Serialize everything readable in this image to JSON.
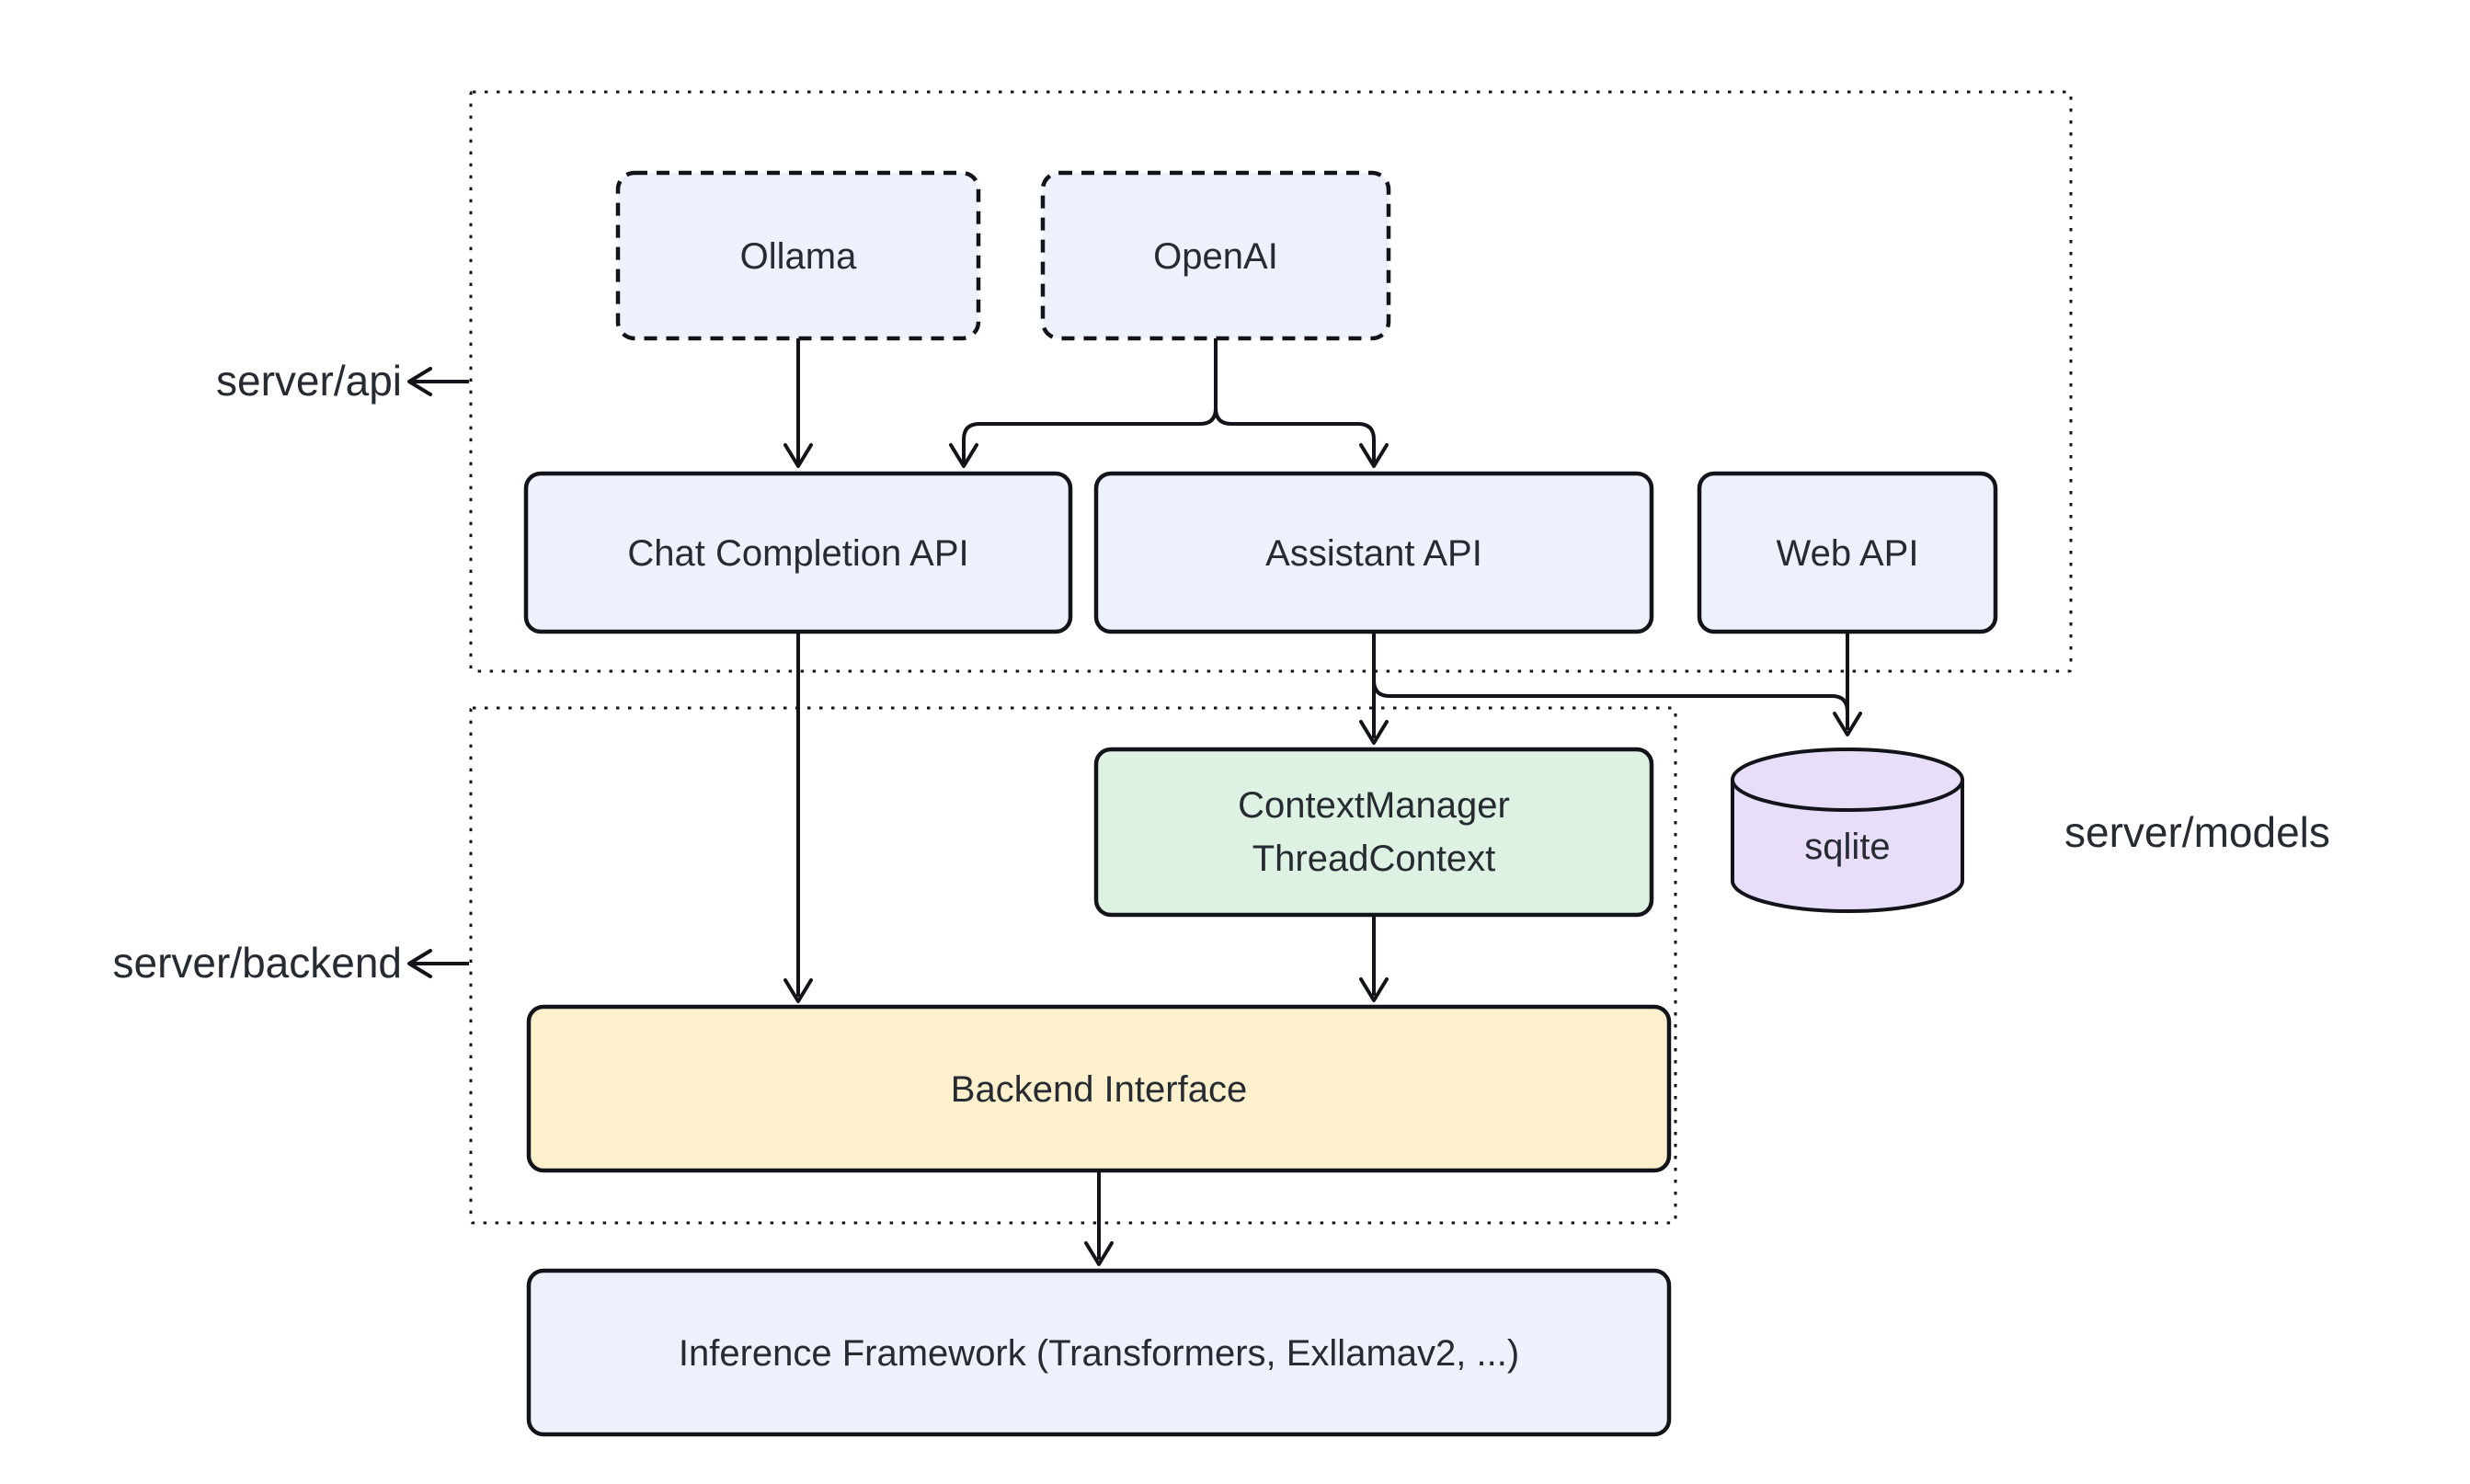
{
  "diagram": {
    "containers": {
      "api": {
        "label": "server/api"
      },
      "backend": {
        "label": "server/backend"
      }
    },
    "annotations": {
      "models": {
        "label": "server/models"
      }
    },
    "nodes": {
      "ollama": {
        "label": "Ollama"
      },
      "openai": {
        "label": "OpenAI"
      },
      "chat_api": {
        "label": "Chat Completion API"
      },
      "assistant_api": {
        "label": "Assistant API"
      },
      "web_api": {
        "label": "Web API"
      },
      "context_manager": {
        "line1": "ContextManager",
        "line2": "ThreadContext"
      },
      "sqlite": {
        "label": "sqlite"
      },
      "backend_interface": {
        "label": "Backend Interface"
      },
      "inference_framework": {
        "label": "Inference Framework (Transformers, Exllamav2, ...)"
      }
    },
    "edges": [
      {
        "from": "ollama",
        "to": "chat_api"
      },
      {
        "from": "openai",
        "to": "chat_api"
      },
      {
        "from": "openai",
        "to": "assistant_api"
      },
      {
        "from": "chat_api",
        "to": "backend_interface"
      },
      {
        "from": "assistant_api",
        "to": "context_manager"
      },
      {
        "from": "assistant_api",
        "to": "sqlite"
      },
      {
        "from": "web_api",
        "to": "sqlite"
      },
      {
        "from": "context_manager",
        "to": "backend_interface"
      },
      {
        "from": "backend_interface",
        "to": "inference_framework"
      }
    ],
    "colors": {
      "node_blue": "#ecf1fb",
      "node_green": "#def2e4",
      "node_yellow": "#fdf0cd",
      "node_purple": "#e8def9",
      "stroke": "#121419",
      "text": "#262a31",
      "background": "#ffffff"
    }
  }
}
